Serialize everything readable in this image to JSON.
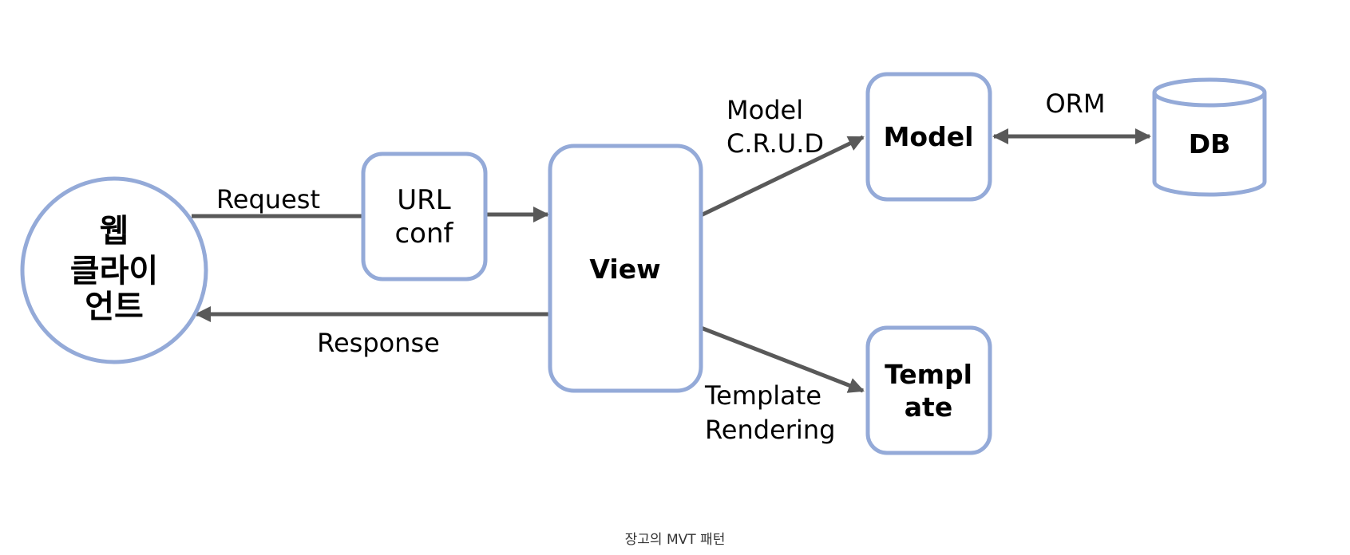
{
  "diagram": {
    "nodes": {
      "client": [
        "웹",
        "클라이",
        "언트"
      ],
      "urlconf": [
        "URL",
        "conf"
      ],
      "view": "View",
      "model": "Model",
      "db": "DB",
      "template": [
        "Templ",
        "ate"
      ]
    },
    "edges": {
      "request": "Request",
      "response": "Response",
      "model_crud": [
        "Model",
        "C.R.U.D"
      ],
      "orm": "ORM",
      "template_rendering": [
        "Template",
        "Rendering"
      ]
    }
  },
  "caption": "장고의 MVT 패턴",
  "colors": {
    "node_border": "#94aad8",
    "arrow": "#595959"
  }
}
